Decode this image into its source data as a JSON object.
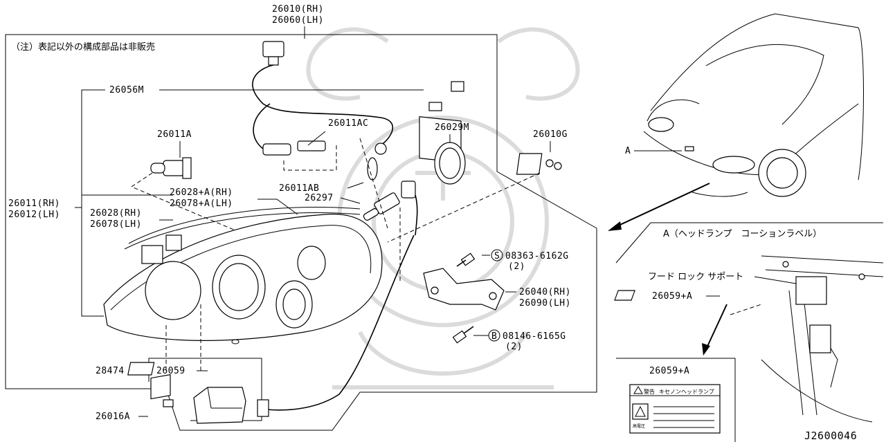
{
  "diagram_id": "J2600046",
  "note": "（注）表記以外の構成部品は非販売",
  "callouts": {
    "p26010": "26010(RH)",
    "p26060": "26060(LH)",
    "p26056M": "26056M",
    "p26011A": "26011A",
    "p26011AC": "26011AC",
    "p26029M": "26029M",
    "p26010G": "26010G",
    "p26028A": "26028+A(RH)",
    "p26078A": "26078+A(LH)",
    "p26011AB": "26011AB",
    "p26297": "26297",
    "p26011": "26011(RH)",
    "p26012": "26012(LH)",
    "p26028": "26028(RH)",
    "p26078": "26078(LH)",
    "p08363": "08363-6162G",
    "p08363_qty": "(2)",
    "p26040": "26040(RH)",
    "p26090": "26090(LH)",
    "p08146": "08146-6165G",
    "p08146_qty": "(2)",
    "p28474": "28474",
    "p26059": "26059",
    "p26016A": "26016A",
    "marker_S": "S",
    "marker_B": "B"
  },
  "car_view": {
    "label_A": "A"
  },
  "detail_A": {
    "title": "A（ヘッドランプ　コーションラベル）",
    "hood_lock": "フード ロック サポート",
    "label_part": "26059+A",
    "box_part": "26059+A",
    "warning_header": "警告",
    "warning_text": "キセノンヘッドランプ",
    "warning_sub": "高電圧"
  }
}
